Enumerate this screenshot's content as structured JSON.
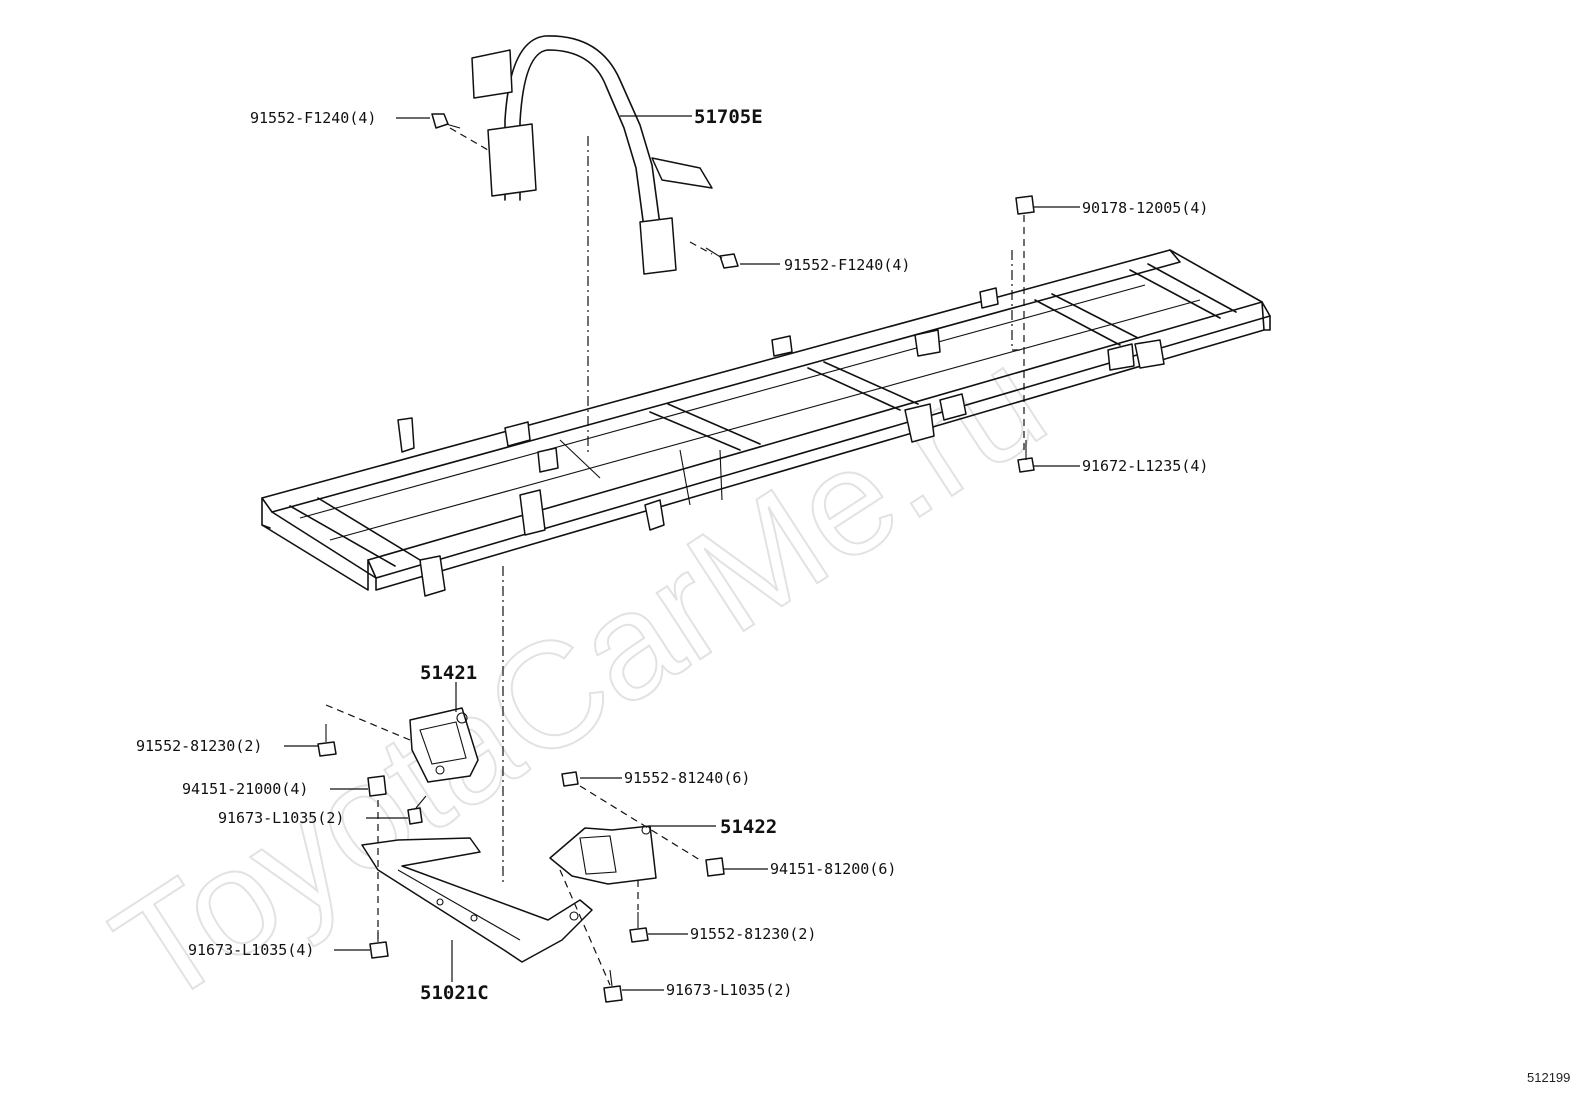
{
  "watermark": "ToyotaCarMe.ru",
  "figure_id": "512199",
  "callouts": [
    {
      "id": "51705E",
      "label": "51705E"
    },
    {
      "id": "51421",
      "label": "51421"
    },
    {
      "id": "51422",
      "label": "51422"
    },
    {
      "id": "51021C",
      "label": "51021C"
    },
    {
      "id": "91552-F1240-a",
      "label": "91552-F1240(4)"
    },
    {
      "id": "91552-F1240-b",
      "label": "91552-F1240(4)"
    },
    {
      "id": "90178-12005",
      "label": "90178-12005(4)"
    },
    {
      "id": "91672-L1235",
      "label": "91672-L1235(4)"
    },
    {
      "id": "91552-81230-a",
      "label": "91552-81230(2)"
    },
    {
      "id": "94151-21000",
      "label": "94151-21000(4)"
    },
    {
      "id": "91673-L1035-a",
      "label": "91673-L1035(2)"
    },
    {
      "id": "91552-81240",
      "label": "91552-81240(6)"
    },
    {
      "id": "94151-81200",
      "label": "94151-81200(6)"
    },
    {
      "id": "91552-81230-b",
      "label": "91552-81230(2)"
    },
    {
      "id": "91673-L1035-b",
      "label": "91673-L1035(4)"
    },
    {
      "id": "91673-L1035-c",
      "label": "91673-L1035(2)"
    }
  ]
}
